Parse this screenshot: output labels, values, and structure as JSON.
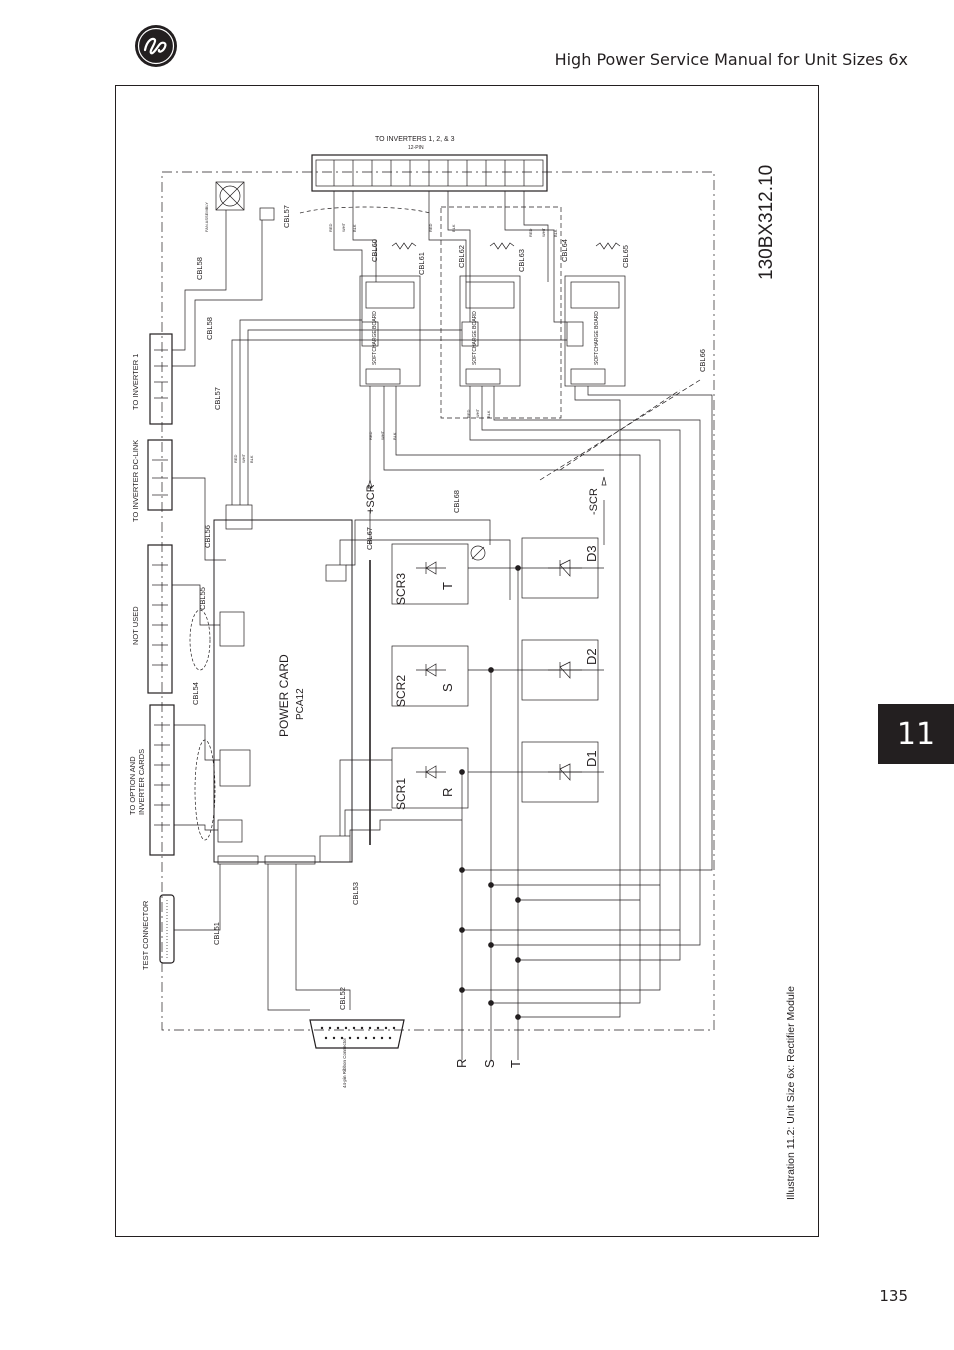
{
  "header": {
    "title": "High Power Service Manual for Unit Sizes 6x"
  },
  "chapter": {
    "number": "11"
  },
  "page": {
    "number": "135"
  },
  "figure": {
    "drawing_number": "130BX312.10",
    "caption": "Illustration 11.2: Unit Size 6x: Rectifier Module",
    "labels": {
      "to_inverters": "TO INVERTERS 1, 2, & 3",
      "pin12": "12-PIN",
      "to_inverter1": "TO INVERTER 1",
      "to_inverter_dclink": "TO INVERTER DC-LINK",
      "not_used": "NOT USED",
      "to_option": "TO OPTION AND",
      "inverter_cards": "INVERTER CARDS",
      "test_connector": "TEST CONNECTOR",
      "power_card": "POWER CARD",
      "pca12": "PCA12",
      "softcharge_board": "SOFTCHARGE BOARD",
      "ribbon_connector": "44-pin Ribbon Connector",
      "fan_assembly": "FAN ASSEMBLY",
      "plus_scr": "+SCR",
      "minus_scr": "-SCR",
      "scr1": "SCR1",
      "scr2": "SCR2",
      "scr3": "SCR3",
      "d1": "D1",
      "d2": "D2",
      "d3": "D3",
      "r": "R",
      "s": "S",
      "t": "T"
    },
    "cables": [
      "CBL51",
      "CBL52",
      "CBL53",
      "CBL54",
      "CBL55",
      "CBL56",
      "CBL57",
      "CBL58",
      "CBL60",
      "CBL61",
      "CBL62",
      "CBL63",
      "CBL64",
      "CBL65",
      "CBL66",
      "CBL67",
      "CBL68"
    ],
    "wire_colors": {
      "red": "RED",
      "white": "WHT",
      "black": "BLK"
    }
  }
}
